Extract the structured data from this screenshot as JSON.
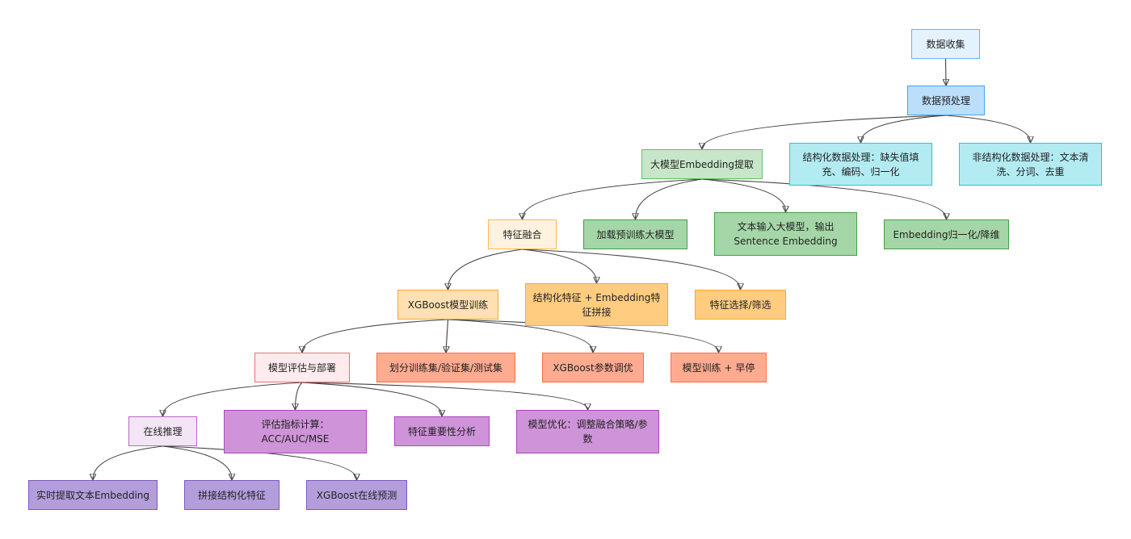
{
  "nodes": {
    "collect": {
      "label": "数据收集",
      "fill": "#e3f2fd",
      "stroke": "#64b5f6"
    },
    "preprocess": {
      "label": "数据预处理",
      "fill": "#bbdefb",
      "stroke": "#42a5f5"
    },
    "struct_proc": {
      "label": "结构化数据处理：缺失值填充、编码、归一化",
      "fill": "#b2ebf2",
      "stroke": "#26c6da"
    },
    "unstruct_proc": {
      "label": "非结构化数据处理：文本清洗、分词、去重",
      "fill": "#b2ebf2",
      "stroke": "#26c6da"
    },
    "llm_embed": {
      "label": "大模型Embedding提取",
      "fill": "#c8e6c9",
      "stroke": "#66bb6a"
    },
    "load_llm": {
      "label": "加载预训练大模型",
      "fill": "#a5d6a7",
      "stroke": "#43a047"
    },
    "text_input": {
      "label": "文本输入大模型，输出 Sentence Embedding",
      "fill": "#a5d6a7",
      "stroke": "#43a047"
    },
    "embed_norm": {
      "label": "Embedding归一化/降维",
      "fill": "#a5d6a7",
      "stroke": "#43a047"
    },
    "feat_fusion": {
      "label": "特征融合",
      "fill": "#fff3e0",
      "stroke": "#ffb74d"
    },
    "concat": {
      "label": "结构化特征 + Embedding特征拼接",
      "fill": "#ffcc80",
      "stroke": "#ffa726"
    },
    "feat_select": {
      "label": "特征选择/筛选",
      "fill": "#ffcc80",
      "stroke": "#ffa726"
    },
    "xgb_train": {
      "label": "XGBoost模型训练",
      "fill": "#ffe0b2",
      "stroke": "#ffa726"
    },
    "split": {
      "label": "划分训练集/验证集/测试集",
      "fill": "#ffab91",
      "stroke": "#ff7043"
    },
    "tune": {
      "label": "XGBoost参数调优",
      "fill": "#ffab91",
      "stroke": "#ff7043"
    },
    "early_stop": {
      "label": "模型训练 + 早停",
      "fill": "#ffab91",
      "stroke": "#ff7043"
    },
    "eval_deploy": {
      "label": "模型评估与部署",
      "fill": "#ffebee",
      "stroke": "#e57373"
    },
    "metrics": {
      "label": "评估指标计算：ACC/AUC/MSE",
      "fill": "#ce93d8",
      "stroke": "#ab47bc"
    },
    "importance": {
      "label": "特征重要性分析",
      "fill": "#ce93d8",
      "stroke": "#ab47bc"
    },
    "optimize": {
      "label": "模型优化：调整融合策略/参数",
      "fill": "#ce93d8",
      "stroke": "#ab47bc"
    },
    "online": {
      "label": "在线推理",
      "fill": "#f3e5f5",
      "stroke": "#ba68c8"
    },
    "rt_embed": {
      "label": "实时提取文本Embedding",
      "fill": "#b39ddb",
      "stroke": "#7e57c2"
    },
    "concat_struct": {
      "label": "拼接结构化特征",
      "fill": "#b39ddb",
      "stroke": "#7e57c2"
    },
    "xgb_predict": {
      "label": "XGBoost在线预测",
      "fill": "#b39ddb",
      "stroke": "#7e57c2"
    }
  },
  "edges": [
    [
      "collect",
      "preprocess"
    ],
    [
      "preprocess",
      "llm_embed"
    ],
    [
      "preprocess",
      "struct_proc"
    ],
    [
      "preprocess",
      "unstruct_proc"
    ],
    [
      "llm_embed",
      "feat_fusion"
    ],
    [
      "llm_embed",
      "load_llm"
    ],
    [
      "llm_embed",
      "text_input"
    ],
    [
      "llm_embed",
      "embed_norm"
    ],
    [
      "feat_fusion",
      "xgb_train"
    ],
    [
      "feat_fusion",
      "concat"
    ],
    [
      "feat_fusion",
      "feat_select"
    ],
    [
      "xgb_train",
      "eval_deploy"
    ],
    [
      "xgb_train",
      "split"
    ],
    [
      "xgb_train",
      "tune"
    ],
    [
      "xgb_train",
      "early_stop"
    ],
    [
      "eval_deploy",
      "online"
    ],
    [
      "eval_deploy",
      "metrics"
    ],
    [
      "eval_deploy",
      "importance"
    ],
    [
      "eval_deploy",
      "optimize"
    ],
    [
      "online",
      "rt_embed"
    ],
    [
      "online",
      "concat_struct"
    ],
    [
      "online",
      "xgb_predict"
    ]
  ]
}
